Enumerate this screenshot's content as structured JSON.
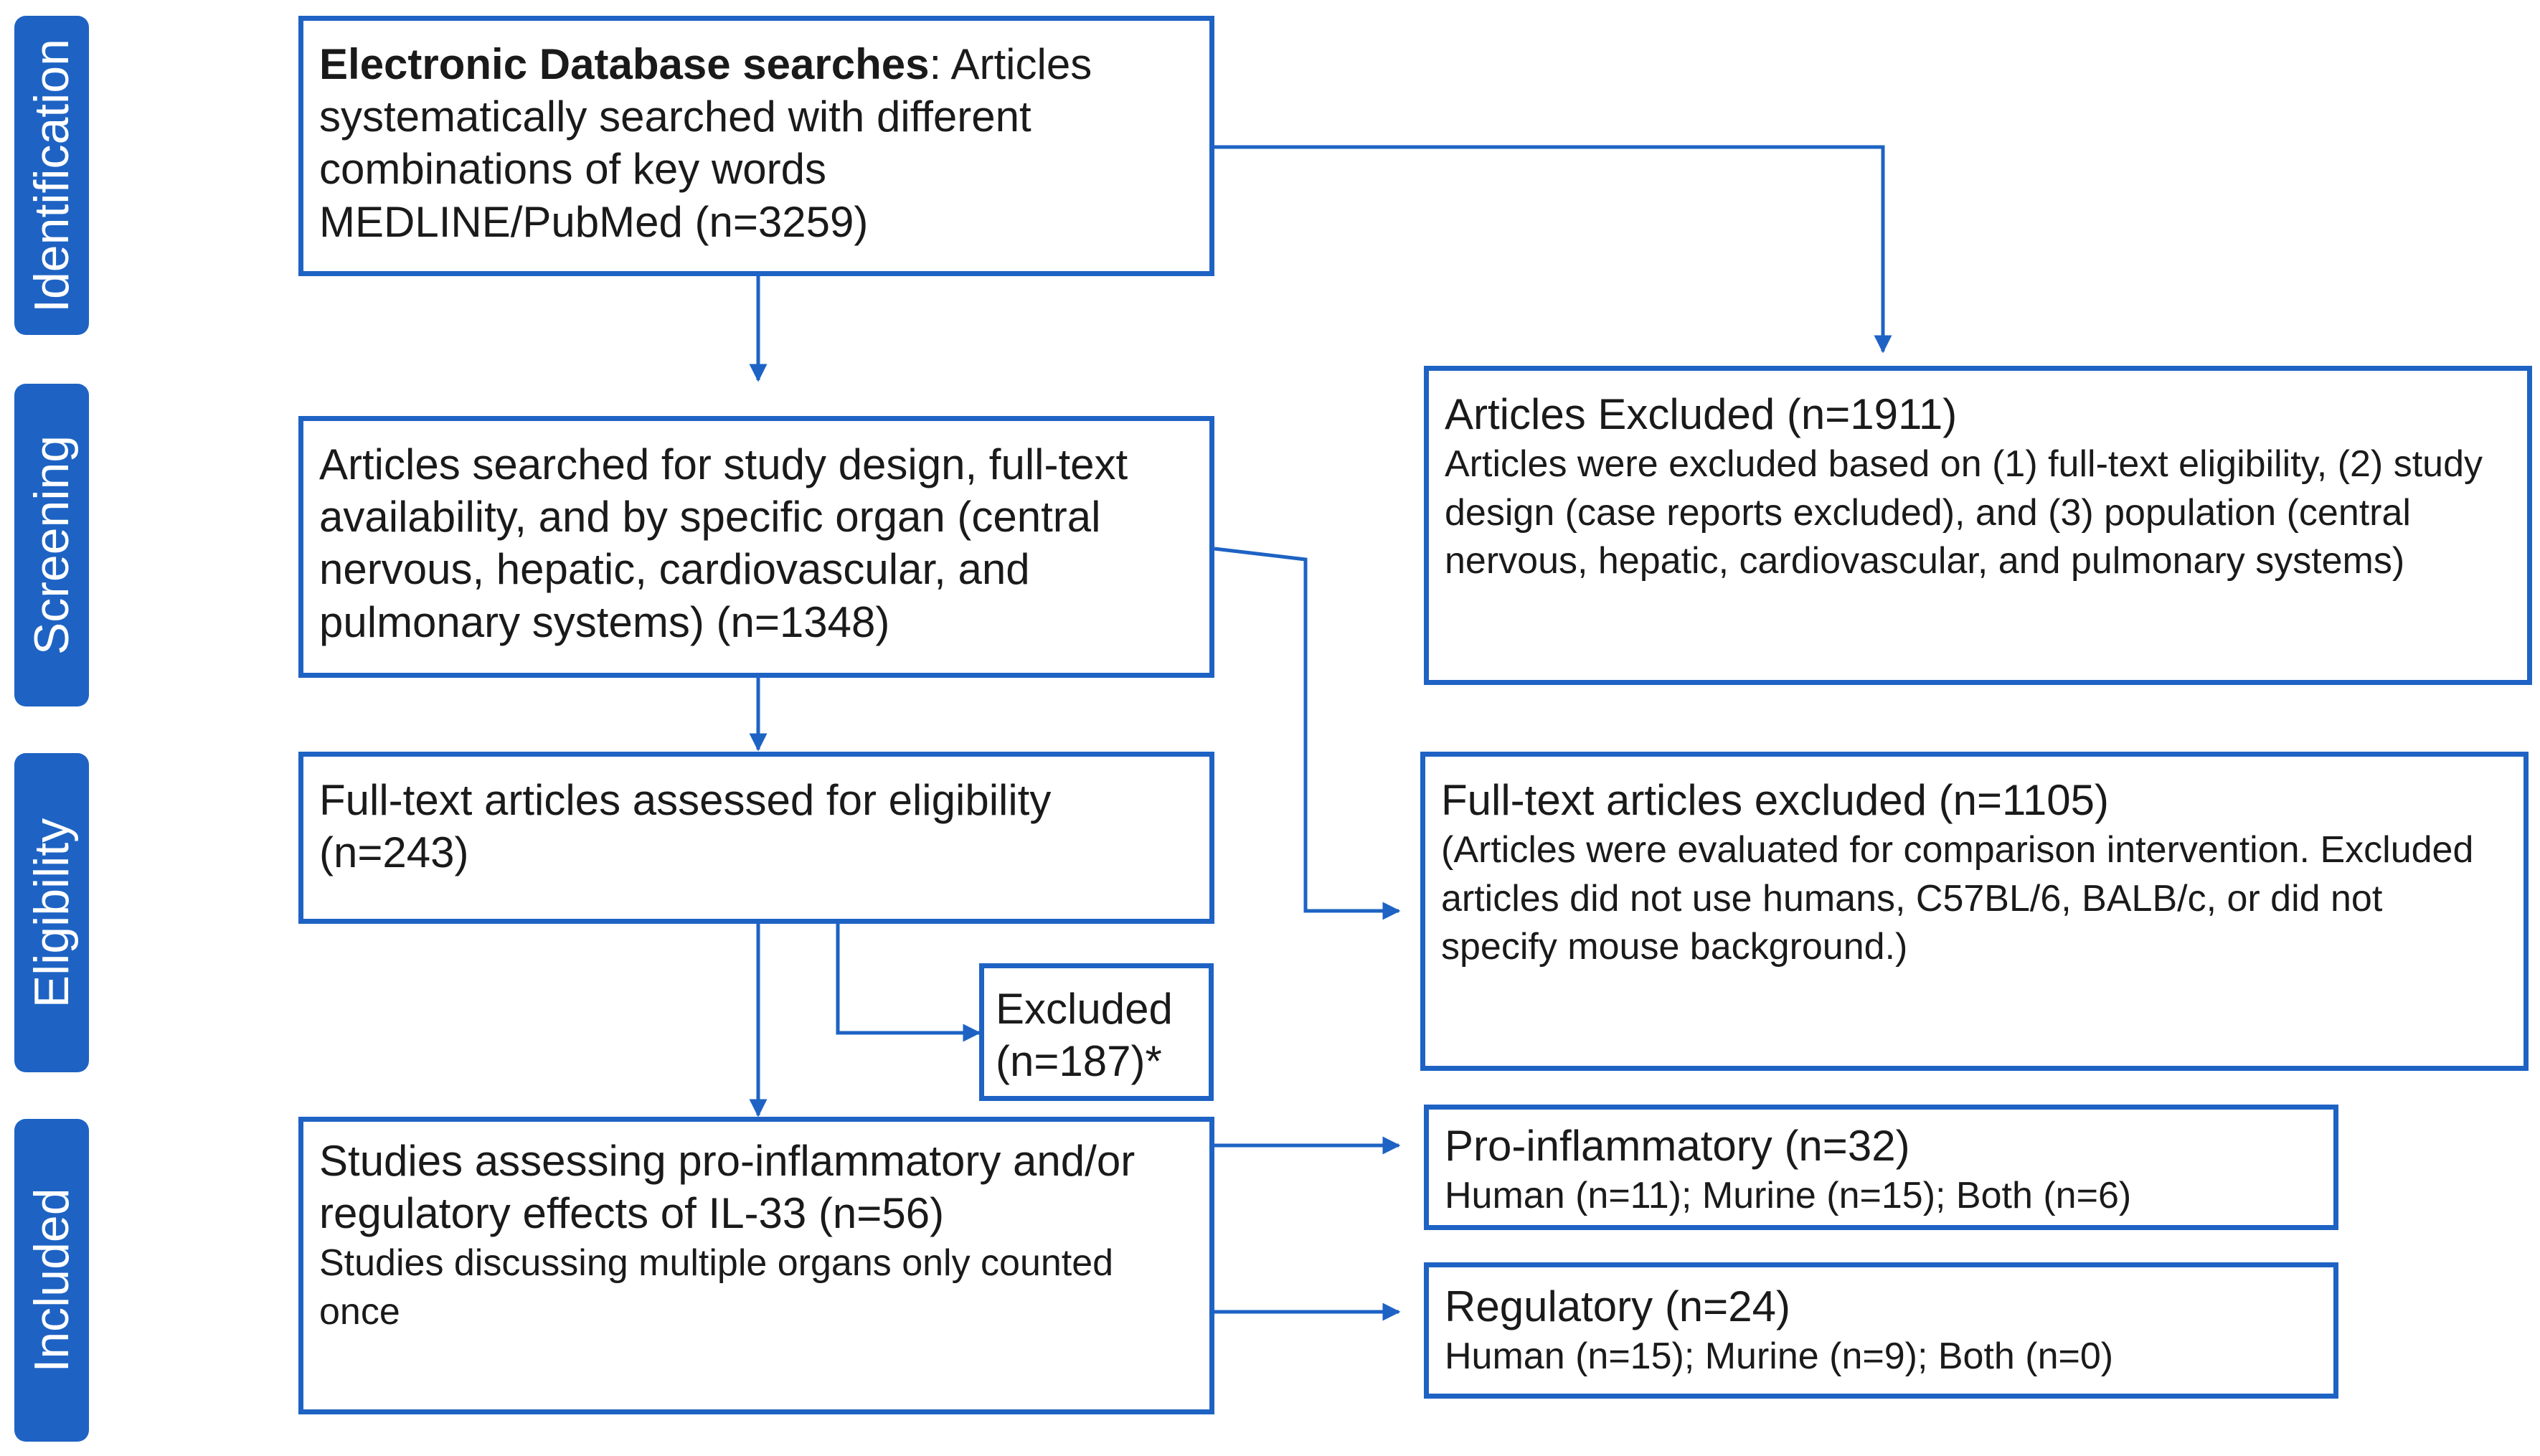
{
  "phases": {
    "identification": "Identification",
    "screening": "Screening",
    "eligibility": "Eligibility",
    "included": "Included"
  },
  "boxes": {
    "database_search": {
      "bold_label": "Electronic Database searches",
      "text": ": Articles systematically searched with different combinations of key words MEDLINE/PubMed (n=3259)"
    },
    "screening": {
      "text": "Articles searched for study design, full-text availability, and by specific organ (central nervous, hepatic, cardiovascular, and pulmonary systems) (n=1348)"
    },
    "articles_excluded": {
      "title": "Articles Excluded (n=1911)",
      "text": "Articles were excluded based on (1) full-text eligibility, (2) study design (case reports excluded), and (3) population (central nervous, hepatic, cardiovascular, and pulmonary systems)"
    },
    "eligibility": {
      "text": "Full-text articles assessed for eligibility (n=243)"
    },
    "fulltext_excluded": {
      "title": "Full-text articles excluded (n=1105)",
      "text": "(Articles were evaluated for comparison intervention. Excluded articles did not use humans, C57BL/6, BALB/c, or did not specify mouse background.)"
    },
    "excluded_small": {
      "line1": "Excluded",
      "line2": "(n=187)*"
    },
    "included": {
      "title": "Studies assessing pro-inflammatory and/or regulatory effects of IL-33 (n=56)",
      "text": "Studies discussing multiple organs only counted once"
    },
    "pro_inflammatory": {
      "title": "Pro-inflammatory (n=32)",
      "text": "Human (n=11); Murine (n=15); Both (n=6)"
    },
    "regulatory": {
      "title": "Regulatory (n=24)",
      "text": "Human (n=15); Murine (n=9); Both (n=0)"
    }
  },
  "colors": {
    "accent": "#1e63c4",
    "phase_text": "#ffffff"
  }
}
